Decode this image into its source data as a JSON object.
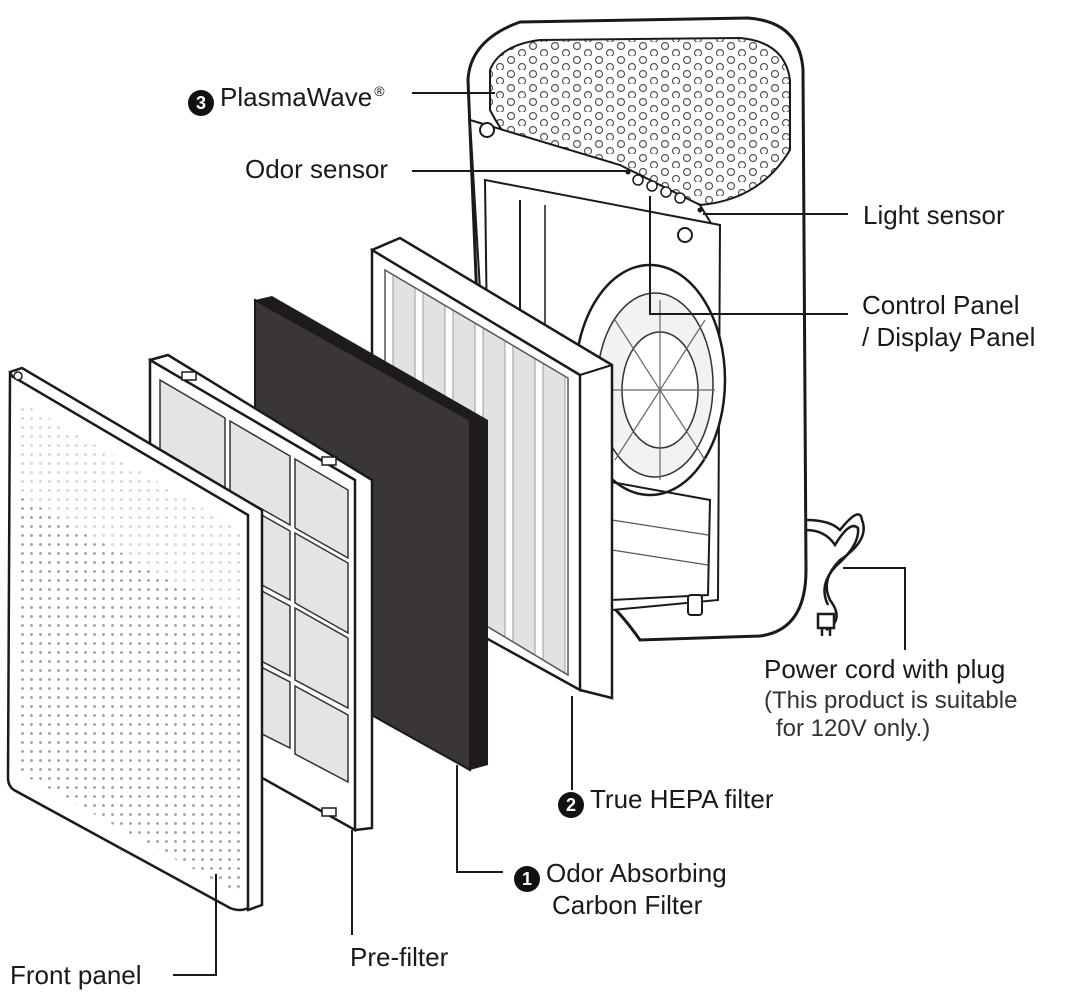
{
  "labels": {
    "plasmawave": {
      "number": "3",
      "text": "PlasmaWave",
      "mark": "®"
    },
    "odor_sensor": "Odor sensor",
    "light_sensor": "Light sensor",
    "control_panel_line1": "Control Panel",
    "control_panel_line2": "/ Display Panel",
    "power_cord": "Power cord with plug",
    "power_note_line1": "(This product is suitable",
    "power_note_line2": "for 120V only.)",
    "hepa": {
      "number": "2",
      "text": "True HEPA filter"
    },
    "carbon": {
      "number": "1",
      "text_line1": "Odor Absorbing",
      "text_line2": "Carbon Filter"
    },
    "pre_filter": "Pre-filter",
    "front_panel": "Front panel"
  },
  "colors": {
    "line": "#1a1a1a",
    "carbon": "#3a3536",
    "filter_grey": "#e4e4e4",
    "hepa_pleat": "#d9d9d9"
  }
}
